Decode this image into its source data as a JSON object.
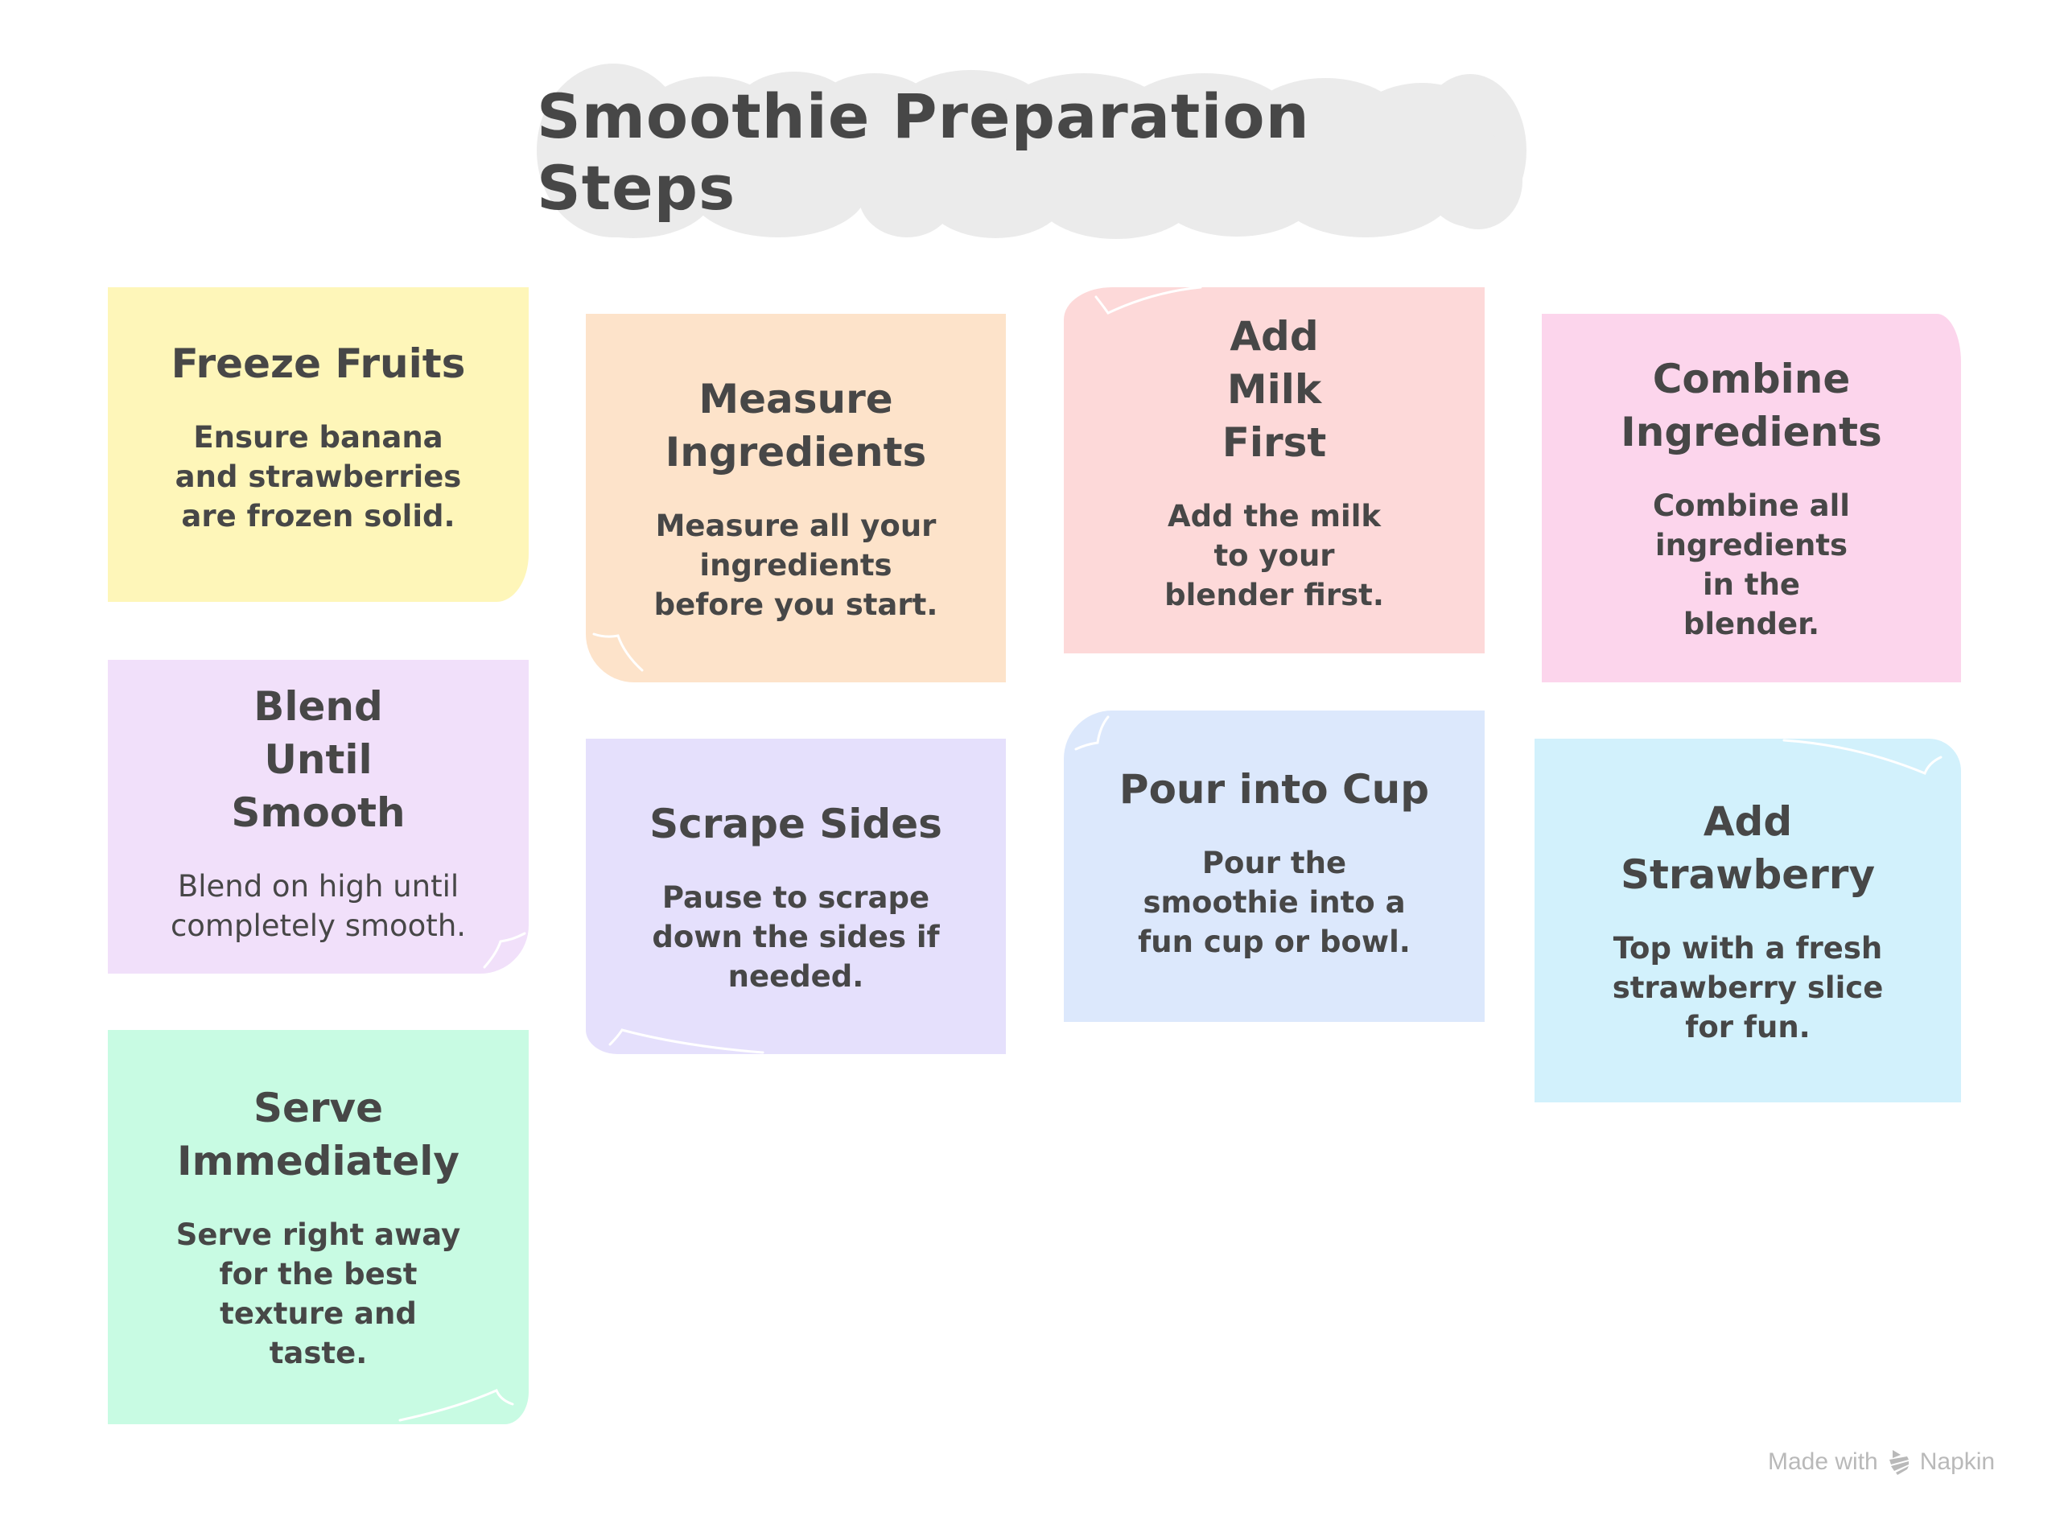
{
  "title": "Smoothie Preparation Steps",
  "colors": {
    "text": "#474747",
    "title_cloud": "#EBEBEB",
    "footer_text": "#B9B9B9"
  },
  "steps": [
    {
      "title": "Freeze Fruits",
      "description": "Ensure banana and strawberries are frozen solid.",
      "color": "#FEF6B9"
    },
    {
      "title": "Measure Ingredients",
      "description": "Measure all your ingredients before you start.",
      "color": "#FDE3CA"
    },
    {
      "title": "Add Milk First",
      "description": "Add the milk to your blender first.",
      "color": "#FDD9D9"
    },
    {
      "title": "Combine Ingredients",
      "description": "Combine all ingredients in the blender.",
      "color": "#FCD5EC"
    },
    {
      "title": "Blend Until Smooth",
      "description": "Blend on high until completely smooth.",
      "color": "#F1E0FA"
    },
    {
      "title": "Scrape Sides",
      "description": "Pause to scrape down the sides if needed.",
      "color": "#E5E0FC"
    },
    {
      "title": "Pour into Cup",
      "description": "Pour the smoothie into a fun cup or bowl.",
      "color": "#DCE8FC"
    },
    {
      "title": "Add Strawberry",
      "description": "Top with a fresh strawberry slice for fun.",
      "color": "#D2F1FC"
    },
    {
      "title": "Serve Immediately",
      "description": "Serve right away for the best texture and taste.",
      "color": "#C8FBE3"
    }
  ],
  "footer": {
    "made_with": "Made with",
    "brand": "Napkin",
    "logo_icon": "napkin-logo-icon"
  }
}
